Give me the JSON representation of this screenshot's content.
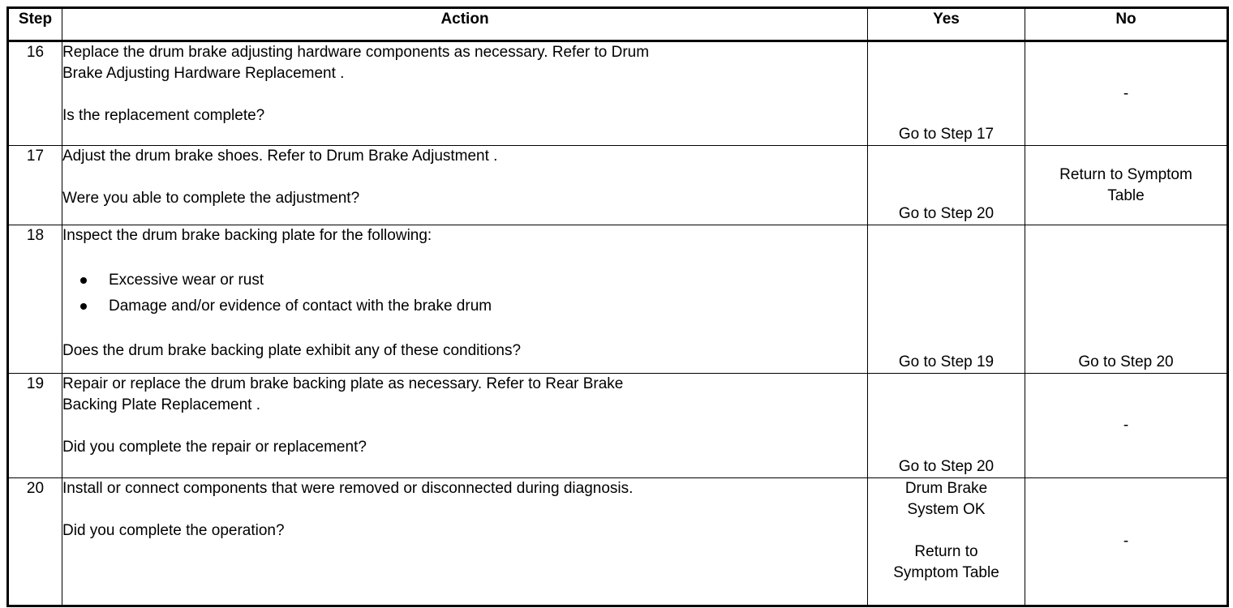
{
  "table": {
    "columns": [
      {
        "key": "step",
        "label": "Step"
      },
      {
        "key": "action",
        "label": "Action"
      },
      {
        "key": "yes",
        "label": "Yes"
      },
      {
        "key": "no",
        "label": "No"
      }
    ],
    "rows": [
      {
        "step": "16",
        "action_lines": [
          "Replace the drum brake adjusting hardware components as necessary. Refer to Drum",
          "Brake Adjusting Hardware Replacement ."
        ],
        "action_question": "Is the replacement complete?",
        "yes": "Go to Step 17",
        "no": "-"
      },
      {
        "step": "17",
        "action_lines": [
          "Adjust the drum brake shoes. Refer to Drum Brake Adjustment ."
        ],
        "action_question": "Were you able to complete the adjustment?",
        "yes": "Go to Step 20",
        "no_line_1": "Return to Symptom",
        "no_line_2": "Table"
      },
      {
        "step": "18",
        "action_lines": [
          "Inspect the drum brake backing plate for the following:"
        ],
        "bullets": [
          "Excessive wear or rust",
          "Damage and/or evidence of contact with the brake drum"
        ],
        "action_question": "Does the drum brake backing plate exhibit any of these conditions?",
        "yes": "Go to Step 19",
        "no": "Go to Step 20"
      },
      {
        "step": "19",
        "action_lines": [
          "Repair or replace the drum brake backing plate as necessary. Refer to Rear Brake",
          "Backing Plate Replacement ."
        ],
        "action_question": "Did you complete the repair or replacement?",
        "yes": "Go to Step 20",
        "no": "-"
      },
      {
        "step": "20",
        "action_lines": [
          "Install or connect components that were removed or disconnected during diagnosis."
        ],
        "action_question": "Did you complete the operation?",
        "yes_line_1": "Drum Brake",
        "yes_line_2": "System OK",
        "yes_line_3": "Return to",
        "yes_line_4": "Symptom Table",
        "no": "-"
      }
    ]
  }
}
